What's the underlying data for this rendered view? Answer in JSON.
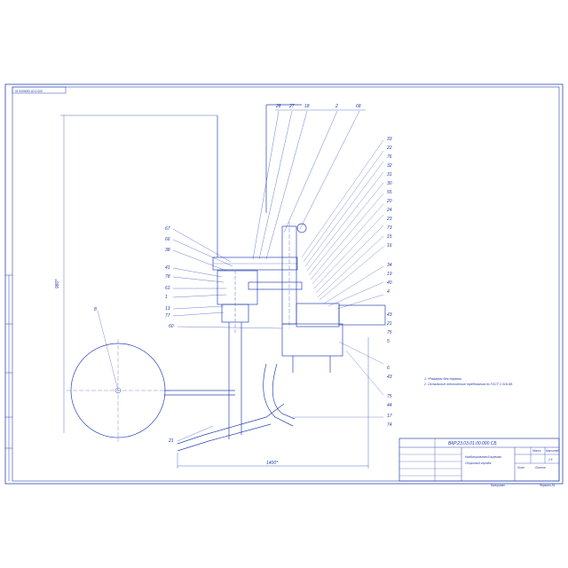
{
  "drawing": {
    "stamp_top_left": "01 0000000-00-0-000",
    "designation": "ВКР.23.03.01.00.000 СБ",
    "title_line1": "Комбинированный агрегат",
    "title_line2": "Сборочный чертёж",
    "dimension_vertical": "980*",
    "dimension_horizontal": "1400*",
    "wheel_label": "8"
  },
  "callouts": {
    "top": [
      "28",
      "27",
      "18",
      "2",
      "68"
    ],
    "left": [
      "67",
      "66",
      "38",
      "41",
      "78",
      "61",
      "1",
      "13",
      "77",
      "60",
      "21"
    ],
    "right": [
      "33",
      "22",
      "76",
      "32",
      "31",
      "30",
      "55",
      "20",
      "24",
      "23",
      "73",
      "15",
      "16",
      "34",
      "19",
      "40",
      "4",
      "43",
      "21",
      "75",
      "5",
      "6",
      "43",
      "75",
      "44",
      "17",
      "74"
    ]
  },
  "notes": [
    "1. *Размеры для справок.",
    "2. Остальные технические требования по ГОСТ 2.316-68."
  ],
  "title_block": {
    "sheet": "Лист",
    "sheets": "Листов",
    "scale_value": "1:5",
    "mass_label": "Масса",
    "scale_label": "Масштаб",
    "copied": "Копировал",
    "format": "Формат А1"
  }
}
